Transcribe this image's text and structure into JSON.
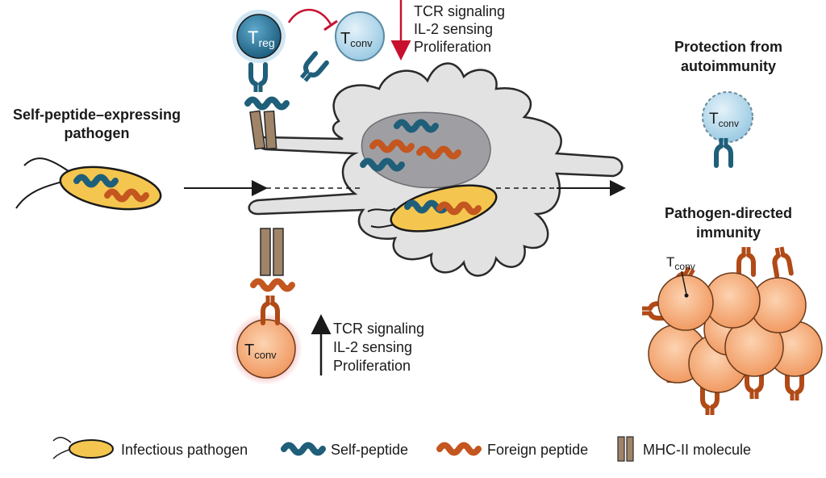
{
  "left": {
    "title_line1": "Self-peptide–expressing",
    "title_line2": "pathogen"
  },
  "top_signals": {
    "line1": "TCR signaling",
    "line2": "IL-2 sensing",
    "line3": "Proliferation",
    "direction": "down",
    "color": "#c8102e"
  },
  "bottom_signals": {
    "line1": "TCR signaling",
    "line2": "IL-2 sensing",
    "line3": "Proliferation",
    "direction": "up",
    "color": "#1a1a1a"
  },
  "cells": {
    "treg": {
      "main": "T",
      "sub": "reg"
    },
    "tconv_top": {
      "main": "T",
      "sub": "conv"
    },
    "tconv_bottom": {
      "main": "T",
      "sub": "conv"
    },
    "tconv_protect": {
      "main": "T",
      "sub": "conv"
    },
    "tconv_cluster": {
      "main": "T",
      "sub": "conv"
    }
  },
  "right": {
    "protect_line1": "Protection from",
    "protect_line2": "autoimmunity",
    "immunity_line1": "Pathogen-directed",
    "immunity_line2": "immunity"
  },
  "legend": {
    "pathogen": "Infectious pathogen",
    "self_peptide": "Self-peptide",
    "foreign_peptide": "Foreign peptide",
    "mhc": "MHC-II molecule"
  },
  "colors": {
    "self_peptide": "#1f5f7a",
    "foreign_peptide": "#c4561f",
    "pathogen": "#f5c64f",
    "mhc": "#a08468",
    "treg": "#2d7ea3",
    "tconv_light": "#b9dcee",
    "tconv_orange": "#f6ad7a",
    "dc": "#e3e3e3",
    "inhibit": "#c8102e"
  }
}
